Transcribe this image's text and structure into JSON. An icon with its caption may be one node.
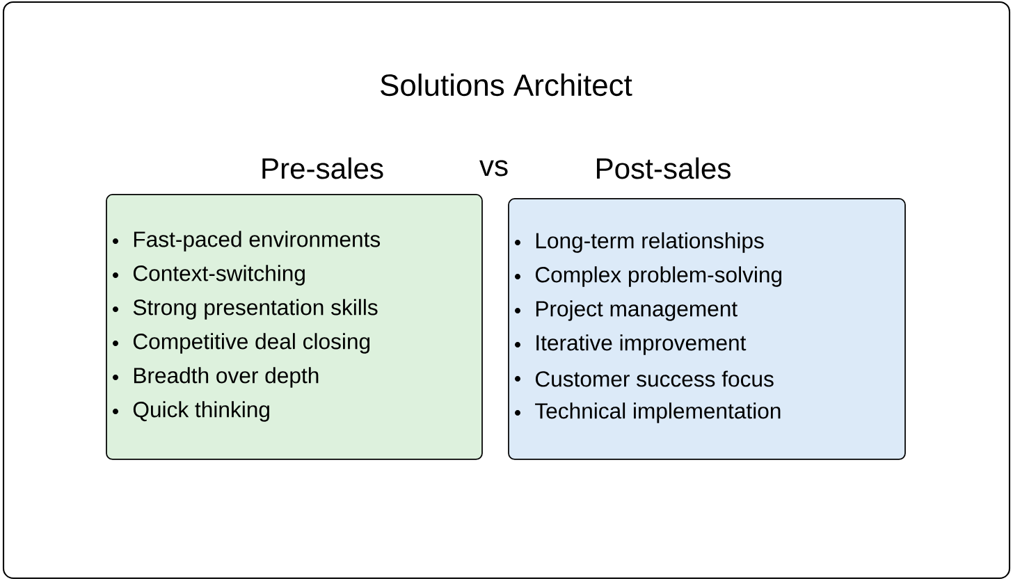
{
  "diagram": {
    "title": "Solutions Architect",
    "nodes": [
      {
        "text": [
          "Pre-sales",
          "Fast-paced environments",
          "Context-switching",
          "Strong presentation skills",
          "Competitive deal closing",
          "Breadth over depth",
          "Quick thinking"
        ]
      },
      {
        "text": [
          "Post-sales",
          "Long-term relationships",
          "Complex problem-solving",
          "Project management",
          "Iterative improvement",
          "Customer success focus",
          "Technical implementation"
        ]
      }
    ],
    "labels": [
      "vs"
    ]
  }
}
